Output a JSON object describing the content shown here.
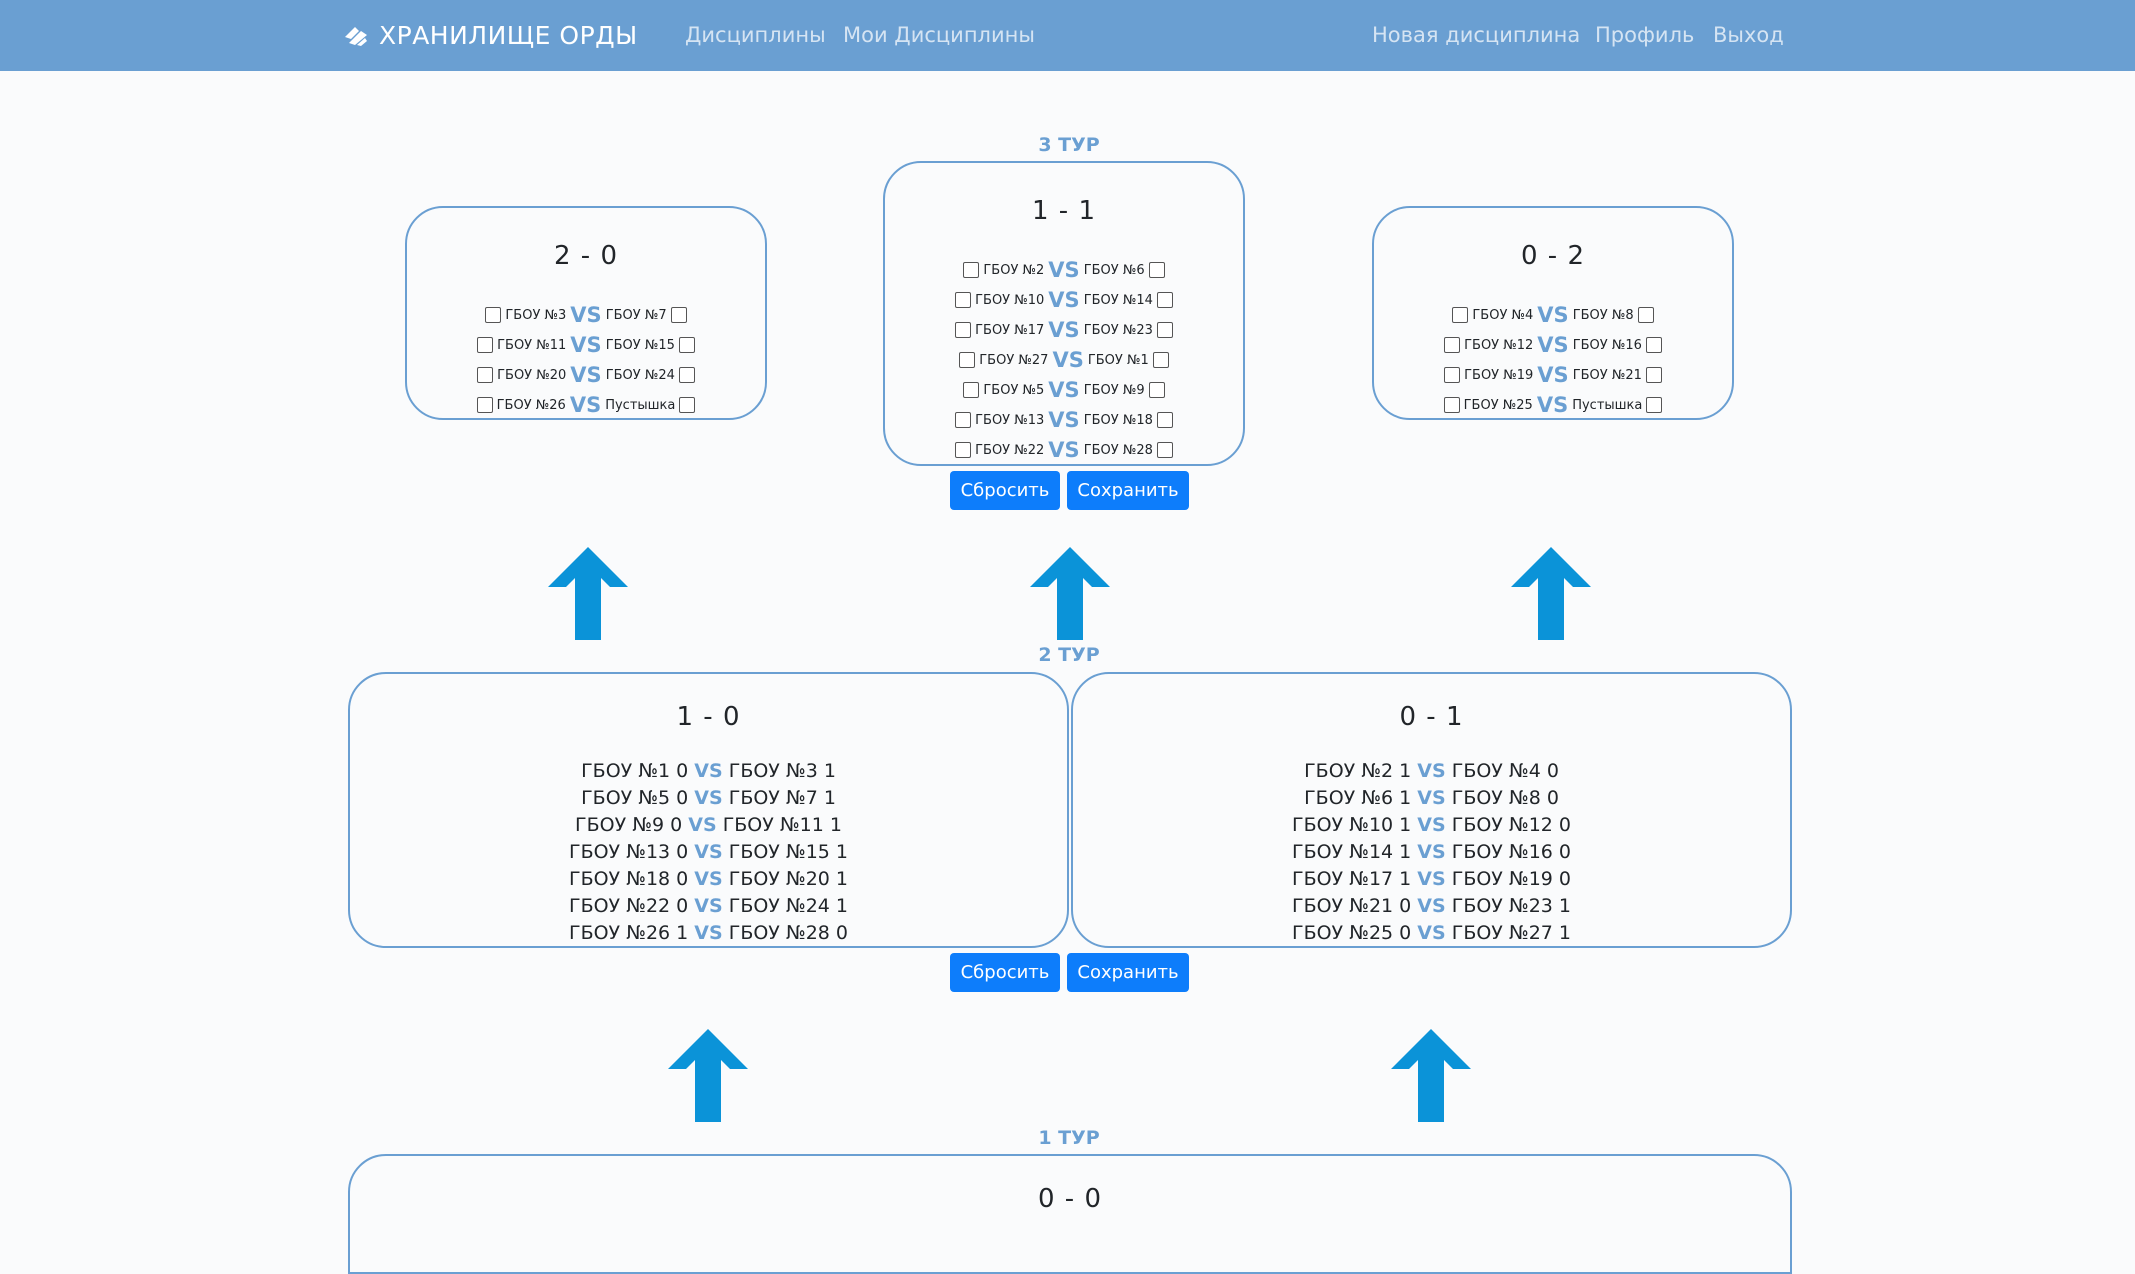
{
  "navbar": {
    "brand": "ХРАНИЛИЩЕ ОРДЫ",
    "disciplines": "Дисциплины",
    "my_disciplines": "Мои Дисциплины",
    "new_discipline": "Новая дисциплина",
    "profile": "Профиль",
    "logout": "Выход"
  },
  "colors": {
    "navbar": "#6a9fd2",
    "accent": "#6a9fd2",
    "button": "#0d7dfb",
    "arrow": "#0b93d8"
  },
  "round3": {
    "label": "3 ТУР",
    "groups": [
      {
        "score": "2 - 0",
        "matches": [
          {
            "left": "ГБОУ №3",
            "vs": "VS",
            "right": "ГБОУ №7"
          },
          {
            "left": "ГБОУ №11",
            "vs": "VS",
            "right": "ГБОУ №15"
          },
          {
            "left": "ГБОУ №20",
            "vs": "VS",
            "right": "ГБОУ №24"
          },
          {
            "left": "ГБОУ №26",
            "vs": "VS",
            "right": "Пустышка"
          }
        ]
      },
      {
        "score": "1 - 1",
        "matches": [
          {
            "left": "ГБОУ №2",
            "vs": "VS",
            "right": "ГБОУ №6"
          },
          {
            "left": "ГБОУ №10",
            "vs": "VS",
            "right": "ГБОУ №14"
          },
          {
            "left": "ГБОУ №17",
            "vs": "VS",
            "right": "ГБОУ №23"
          },
          {
            "left": "ГБОУ №27",
            "vs": "VS",
            "right": "ГБОУ №1"
          },
          {
            "left": "ГБОУ №5",
            "vs": "VS",
            "right": "ГБОУ №9"
          },
          {
            "left": "ГБОУ №13",
            "vs": "VS",
            "right": "ГБОУ №18"
          },
          {
            "left": "ГБОУ №22",
            "vs": "VS",
            "right": "ГБОУ №28"
          }
        ]
      },
      {
        "score": "0 - 2",
        "matches": [
          {
            "left": "ГБОУ №4",
            "vs": "VS",
            "right": "ГБОУ №8"
          },
          {
            "left": "ГБОУ №12",
            "vs": "VS",
            "right": "ГБОУ №16"
          },
          {
            "left": "ГБОУ №19",
            "vs": "VS",
            "right": "ГБОУ №21"
          },
          {
            "left": "ГБОУ №25",
            "vs": "VS",
            "right": "Пустышка"
          }
        ]
      }
    ],
    "reset": "Сбросить",
    "save": "Сохранить"
  },
  "round2": {
    "label": "2 ТУР",
    "groups": [
      {
        "score": "1 - 0",
        "matches": [
          {
            "left": "ГБОУ №1 0",
            "vs": "VS",
            "right": "ГБОУ №3 1"
          },
          {
            "left": "ГБОУ №5 0",
            "vs": "VS",
            "right": "ГБОУ №7 1"
          },
          {
            "left": "ГБОУ №9 0",
            "vs": "VS",
            "right": "ГБОУ №11 1"
          },
          {
            "left": "ГБОУ №13 0",
            "vs": "VS",
            "right": "ГБОУ №15 1"
          },
          {
            "left": "ГБОУ №18 0",
            "vs": "VS",
            "right": "ГБОУ №20 1"
          },
          {
            "left": "ГБОУ №22 0",
            "vs": "VS",
            "right": "ГБОУ №24 1"
          },
          {
            "left": "ГБОУ №26 1",
            "vs": "VS",
            "right": "ГБОУ №28 0"
          }
        ]
      },
      {
        "score": "0 - 1",
        "matches": [
          {
            "left": "ГБОУ №2 1",
            "vs": "VS",
            "right": "ГБОУ №4 0"
          },
          {
            "left": "ГБОУ №6 1",
            "vs": "VS",
            "right": "ГБОУ №8 0"
          },
          {
            "left": "ГБОУ №10 1",
            "vs": "VS",
            "right": "ГБОУ №12 0"
          },
          {
            "left": "ГБОУ №14 1",
            "vs": "VS",
            "right": "ГБОУ №16 0"
          },
          {
            "left": "ГБОУ №17 1",
            "vs": "VS",
            "right": "ГБОУ №19 0"
          },
          {
            "left": "ГБОУ №21 0",
            "vs": "VS",
            "right": "ГБОУ №23 1"
          },
          {
            "left": "ГБОУ №25 0",
            "vs": "VS",
            "right": "ГБОУ №27 1"
          }
        ]
      }
    ],
    "reset": "Сбросить",
    "save": "Сохранить"
  },
  "round1": {
    "label": "1 ТУР",
    "groups": [
      {
        "score": "0 - 0"
      }
    ]
  }
}
